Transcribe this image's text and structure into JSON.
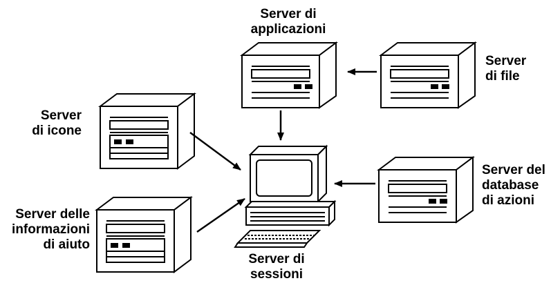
{
  "labels": {
    "app_server": [
      "Server di",
      "applicazioni"
    ],
    "file_server": [
      "Server",
      "di file"
    ],
    "icon_server": [
      "Server",
      "di icone"
    ],
    "action_db_server": [
      "Server del",
      "database",
      "di azioni"
    ],
    "help_server": [
      "Server delle",
      "informazioni",
      "di aiuto"
    ],
    "session_server": [
      "Server di",
      "sessioni"
    ]
  },
  "colors": {
    "ink": "#000000",
    "paper": "#ffffff"
  },
  "icons": {
    "server": "server-tower-icon",
    "workstation": "workstation-icon",
    "arrow": "arrow-icon"
  }
}
